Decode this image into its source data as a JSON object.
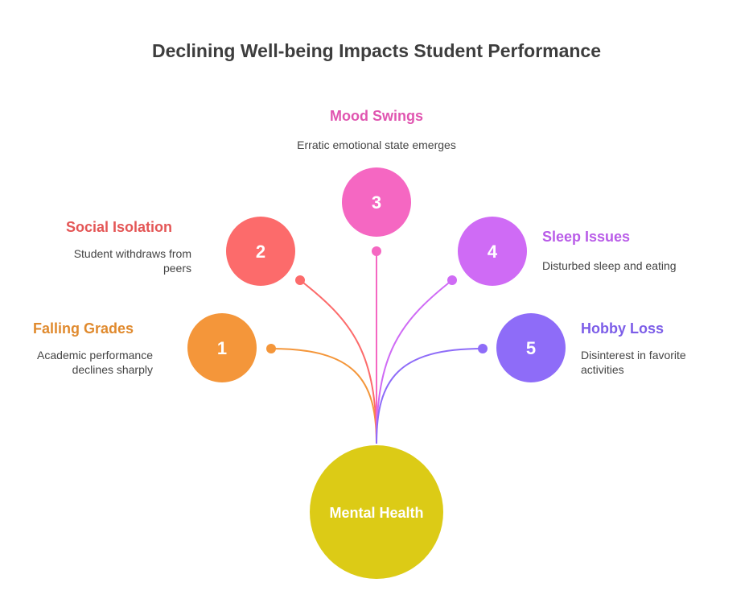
{
  "title": "Declining Well-being Impacts Student Performance",
  "center": {
    "label": "Mental Health",
    "color": "#dccb16"
  },
  "items": [
    {
      "number": "1",
      "title": "Falling Grades",
      "description": "Academic performance declines sharply",
      "color": "#f4963a",
      "title_color": "#e08a2e"
    },
    {
      "number": "2",
      "title": "Social Isolation",
      "description": "Student withdraws from peers",
      "color": "#fc6b6b",
      "title_color": "#e45656"
    },
    {
      "number": "3",
      "title": "Mood Swings",
      "description": "Erratic emotional state emerges",
      "color": "#f567c2",
      "title_color": "#e055b0"
    },
    {
      "number": "4",
      "title": "Sleep Issues",
      "description": "Disturbed sleep and eating",
      "color": "#cf6bf5",
      "title_color": "#b95ce8"
    },
    {
      "number": "5",
      "title": "Hobby Loss",
      "description": "Disinterest in favorite activities",
      "color": "#8e6cf8",
      "title_color": "#7c5de8"
    }
  ]
}
